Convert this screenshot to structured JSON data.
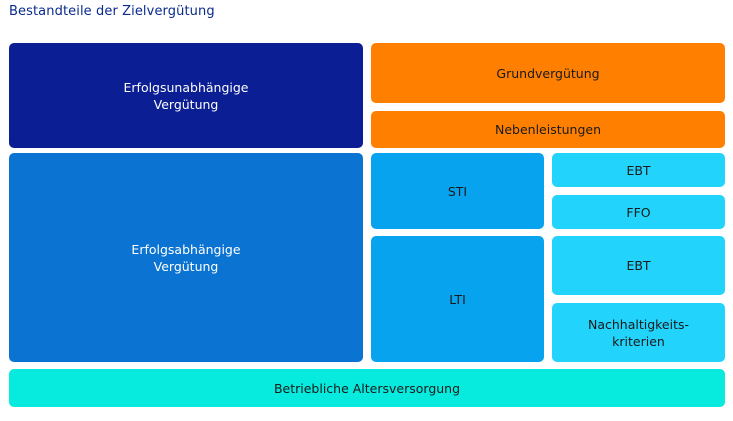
{
  "title": "Bestandteile der Zielvergütung",
  "blocks": {
    "fixed": "Erfolgsunabhängige\nVergütung",
    "grundverguetung": "Grundvergütung",
    "nebenleistungen": "Nebenleistungen",
    "variable": "Erfolgsabhängige\nVergütung",
    "sti": "STI",
    "sti_ebt": "EBT",
    "sti_ffo": "FFO",
    "lti": "LTI",
    "lti_ebt": "EBT",
    "lti_nachhaltigkeit": "Nachhaltigkeits-\nkriterien",
    "bav": "Betriebliche Altersversorgung"
  },
  "colors": {
    "navy": "#0b1e93",
    "orange": "#ff7f00",
    "blue": "#0b73d1",
    "mid_blue": "#07a3ee",
    "light_blue": "#22d3fb",
    "teal": "#06ebdd",
    "title": "#0a2a8c"
  }
}
